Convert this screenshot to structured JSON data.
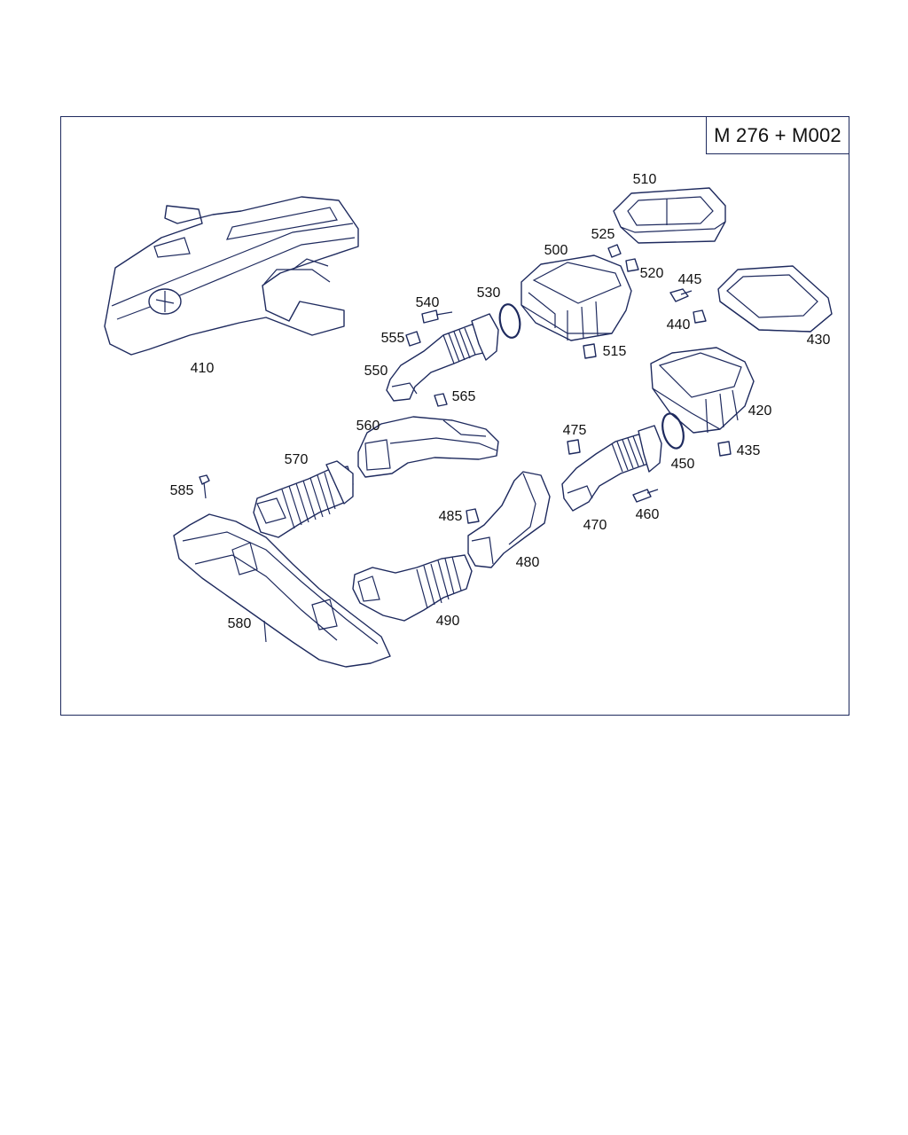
{
  "diagram": {
    "title": "M 276 + M002",
    "colors": {
      "line": "#1e2a5e",
      "background": "#ffffff",
      "text": "#111111"
    },
    "labels": {
      "p410": "410",
      "p420": "420",
      "p430": "430",
      "p435": "435",
      "p440": "440",
      "p445": "445",
      "p450": "450",
      "p460": "460",
      "p470": "470",
      "p475": "475",
      "p480": "480",
      "p485": "485",
      "p490": "490",
      "p500": "500",
      "p510": "510",
      "p515": "515",
      "p520": "520",
      "p525": "525",
      "p530": "530",
      "p540": "540",
      "p550": "550",
      "p555": "555",
      "p560": "560",
      "p565": "565",
      "p570": "570",
      "p580": "580",
      "p585": "585"
    }
  }
}
